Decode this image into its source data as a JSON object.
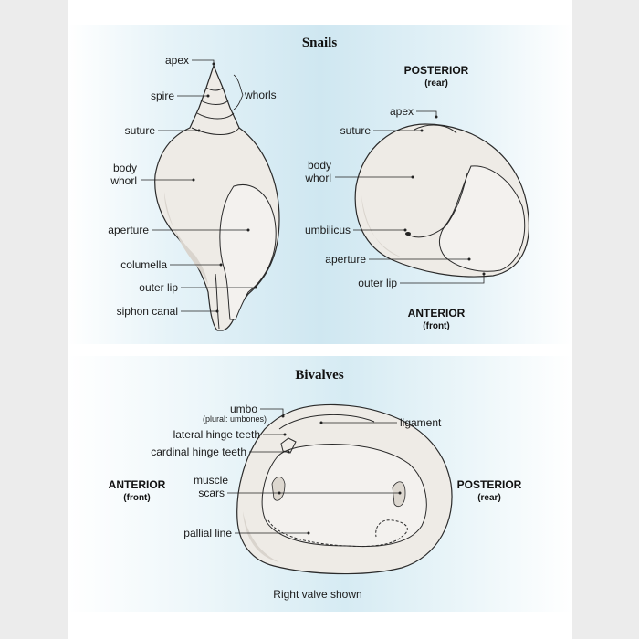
{
  "snails": {
    "title": "Snails",
    "left": {
      "apex": "apex",
      "spire": "spire",
      "whorls": "whorls",
      "suture": "suture",
      "body_whorl_1": "body",
      "body_whorl_2": "whorl",
      "aperture": "aperture",
      "columella": "columella",
      "outer_lip": "outer lip",
      "siphon_canal": "siphon canal"
    },
    "right": {
      "posterior": "POSTERIOR",
      "posterior_sub": "(rear)",
      "apex": "apex",
      "suture": "suture",
      "body_whorl_1": "body",
      "body_whorl_2": "whorl",
      "umbilicus": "umbilicus",
      "aperture": "aperture",
      "outer_lip": "outer lip",
      "anterior": "ANTERIOR",
      "anterior_sub": "(front)"
    }
  },
  "bivalves": {
    "title": "Bivalves",
    "umbo": "umbo",
    "umbo_sub": "(plural: umbones)",
    "ligament": "ligament",
    "lateral_hinge_teeth": "lateral hinge teeth",
    "cardinal_hinge_teeth": "cardinal hinge teeth",
    "muscle_scars_1": "muscle",
    "muscle_scars_2": "scars",
    "pallial_line": "pallial line",
    "anterior": "ANTERIOR",
    "anterior_sub": "(front)",
    "posterior": "POSTERIOR",
    "posterior_sub": "(rear)",
    "caption": "Right valve shown"
  }
}
